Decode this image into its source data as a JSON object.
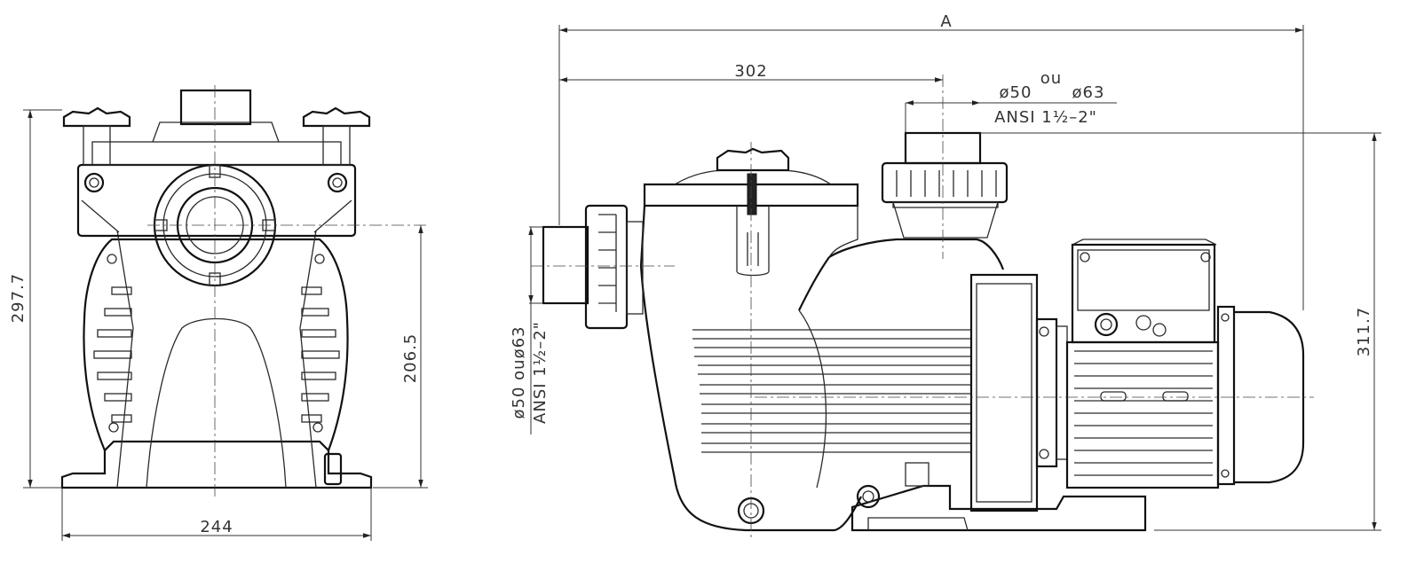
{
  "front_view": {
    "height_total": "297.7",
    "height_inlet": "206.5",
    "width": "244"
  },
  "side_view": {
    "length_total": "A",
    "length_to_outlet": "302",
    "height_total": "311.7",
    "outlet": {
      "diameter_50": "ø50",
      "or": "ou",
      "diameter_63": "ø63",
      "ansi": "ANSI 1½–2\""
    },
    "inlet": {
      "line1": "ø50 ouø63",
      "line2": "ANSI 1½–2\""
    }
  }
}
